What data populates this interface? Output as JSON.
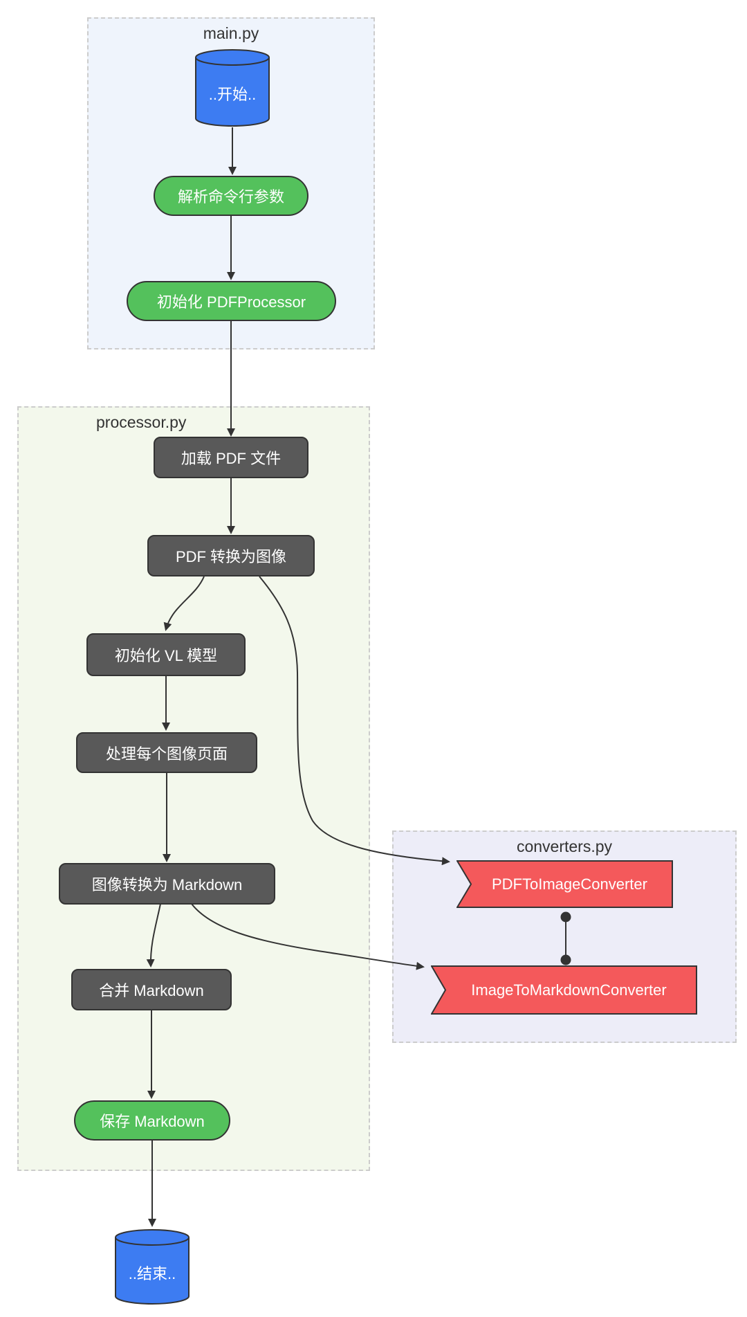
{
  "diagram": {
    "type": "flowchart",
    "direction": "top-down",
    "subgraphs": {
      "main": {
        "label": "main.py"
      },
      "processor": {
        "label": "processor.py"
      },
      "converters": {
        "label": "converters.py"
      }
    },
    "nodes": {
      "start": {
        "label": "..开始..",
        "shape": "cylinder",
        "subgraph": "main"
      },
      "parse_args": {
        "label": "解析命令行参数",
        "shape": "stadium",
        "subgraph": "main"
      },
      "init_pdfprocessor": {
        "label": "初始化 PDFProcessor",
        "shape": "stadium",
        "subgraph": "main"
      },
      "load_pdf": {
        "label": "加载 PDF 文件",
        "shape": "rect",
        "subgraph": "processor"
      },
      "pdf_to_image": {
        "label": "PDF 转换为图像",
        "shape": "rect",
        "subgraph": "processor"
      },
      "init_vl": {
        "label": "初始化 VL 模型",
        "shape": "rect",
        "subgraph": "processor"
      },
      "process_pages": {
        "label": "处理每个图像页面",
        "shape": "rect",
        "subgraph": "processor"
      },
      "image_to_markdown": {
        "label": "图像转换为 Markdown",
        "shape": "rect",
        "subgraph": "processor"
      },
      "merge_markdown": {
        "label": "合并 Markdown",
        "shape": "rect",
        "subgraph": "processor"
      },
      "save_markdown": {
        "label": "保存 Markdown",
        "shape": "stadium",
        "subgraph": "processor"
      },
      "end": {
        "label": "..结束..",
        "shape": "cylinder",
        "subgraph": "none"
      },
      "pdf_to_image_converter": {
        "label": "PDFToImageConverter",
        "shape": "flag",
        "subgraph": "converters"
      },
      "image_to_markdown_converter": {
        "label": "ImageToMarkdownConverter",
        "shape": "flag",
        "subgraph": "converters"
      }
    },
    "edges": [
      {
        "from": "start",
        "to": "parse_args",
        "type": "arrow"
      },
      {
        "from": "parse_args",
        "to": "init_pdfprocessor",
        "type": "arrow"
      },
      {
        "from": "init_pdfprocessor",
        "to": "load_pdf",
        "type": "arrow"
      },
      {
        "from": "load_pdf",
        "to": "pdf_to_image",
        "type": "arrow"
      },
      {
        "from": "pdf_to_image",
        "to": "init_vl",
        "type": "arrow"
      },
      {
        "from": "pdf_to_image",
        "to": "pdf_to_image_converter",
        "type": "arrow"
      },
      {
        "from": "init_vl",
        "to": "process_pages",
        "type": "arrow"
      },
      {
        "from": "process_pages",
        "to": "image_to_markdown",
        "type": "arrow"
      },
      {
        "from": "image_to_markdown",
        "to": "merge_markdown",
        "type": "arrow"
      },
      {
        "from": "image_to_markdown",
        "to": "image_to_markdown_converter",
        "type": "arrow"
      },
      {
        "from": "merge_markdown",
        "to": "save_markdown",
        "type": "arrow"
      },
      {
        "from": "save_markdown",
        "to": "end",
        "type": "arrow"
      },
      {
        "from": "pdf_to_image_converter",
        "to": "image_to_markdown_converter",
        "type": "circle-circle"
      }
    ],
    "colors": {
      "node_blue": "#3D7CF2",
      "node_green": "#54C15C",
      "node_gray": "#595959",
      "node_red": "#F4595B",
      "node_border": "#333333",
      "node_text": "#FFFFFF",
      "edge": "#333333",
      "label_text": "#333333",
      "subgraph_border": "#CCCCCC",
      "bg_main": "#EFF4FC",
      "bg_processor": "#F3F8EC",
      "bg_converters": "#EDEDF8",
      "canvas_bg": "#FFFFFF"
    }
  }
}
